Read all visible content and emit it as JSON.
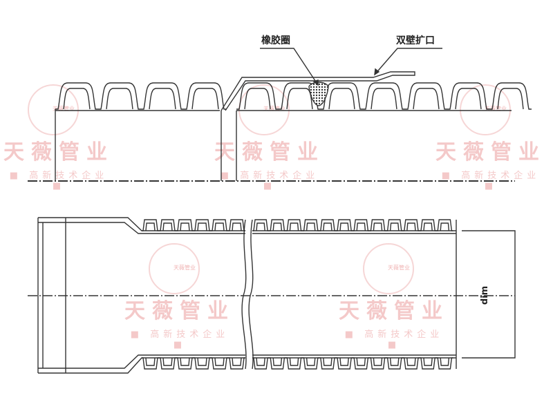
{
  "labels": {
    "rubber_ring": "橡胶圈",
    "double_wall_socket": "双壁扩口",
    "dimension": "dim"
  },
  "watermark": {
    "brand": "天薇管业",
    "tagline": "■ 高新技术企业 ■",
    "logo_text": "天薇管业"
  },
  "colors": {
    "line": "#333333",
    "watermark": "#f4c9c9"
  }
}
